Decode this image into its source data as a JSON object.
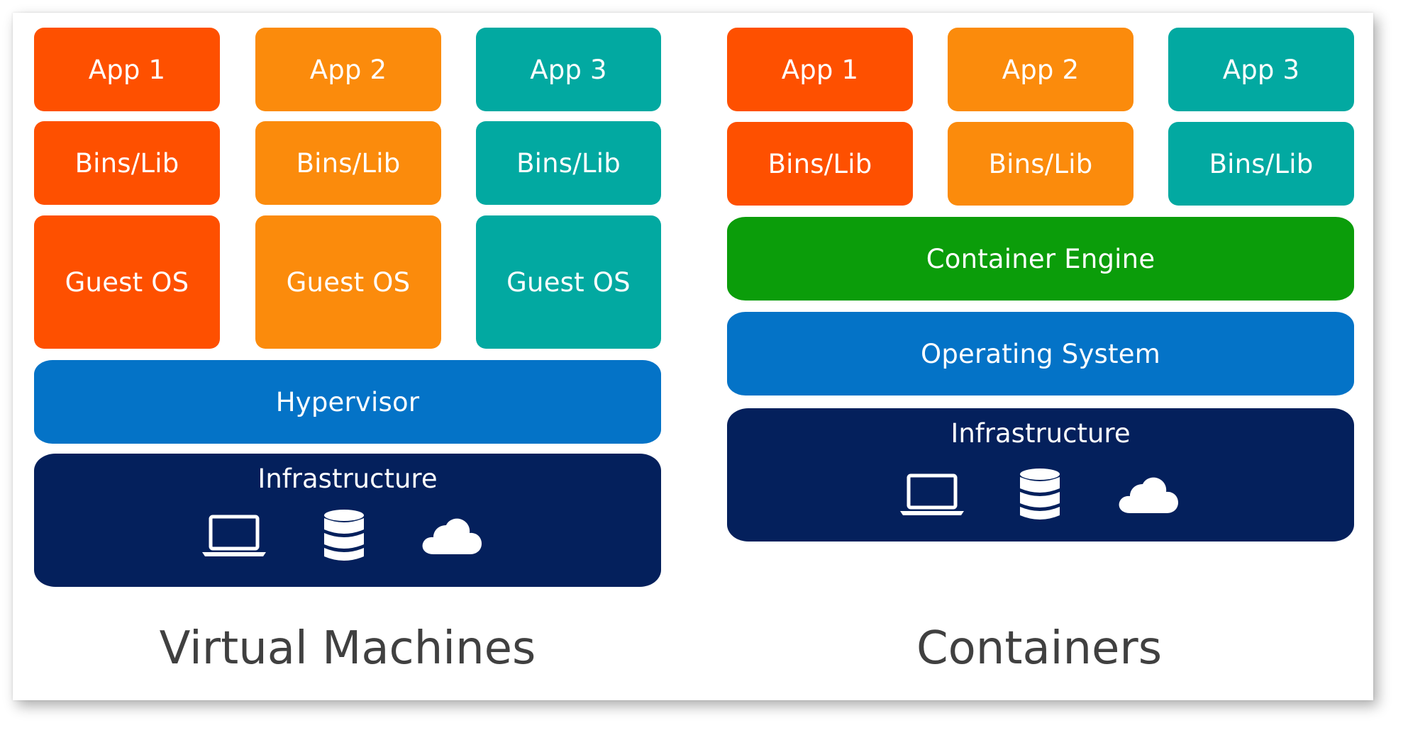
{
  "colors": {
    "app1": "#fe5000",
    "app2": "#fb8b0c",
    "app3": "#02a9a1",
    "container_engine": "#0b9d0a",
    "mid_blue": "#0473c7",
    "infrastructure": "#04205c",
    "caption": "#404040"
  },
  "virtual_machines": {
    "caption": "Virtual Machines",
    "columns": [
      {
        "app": "App 1",
        "bins": "Bins/Lib",
        "guest_os": "Guest OS"
      },
      {
        "app": "App 2",
        "bins": "Bins/Lib",
        "guest_os": "Guest OS"
      },
      {
        "app": "App 3",
        "bins": "Bins/Lib",
        "guest_os": "Guest OS"
      }
    ],
    "hypervisor": "Hypervisor",
    "infrastructure": {
      "label": "Infrastructure",
      "icons": [
        "laptop-icon",
        "database-icon",
        "cloud-icon"
      ]
    }
  },
  "containers": {
    "caption": "Containers",
    "columns": [
      {
        "app": "App 1",
        "bins": "Bins/Lib"
      },
      {
        "app": "App 2",
        "bins": "Bins/Lib"
      },
      {
        "app": "App 3",
        "bins": "Bins/Lib"
      }
    ],
    "container_engine": "Container Engine",
    "operating_system": "Operating System",
    "infrastructure": {
      "label": "Infrastructure",
      "icons": [
        "laptop-icon",
        "database-icon",
        "cloud-icon"
      ]
    }
  }
}
